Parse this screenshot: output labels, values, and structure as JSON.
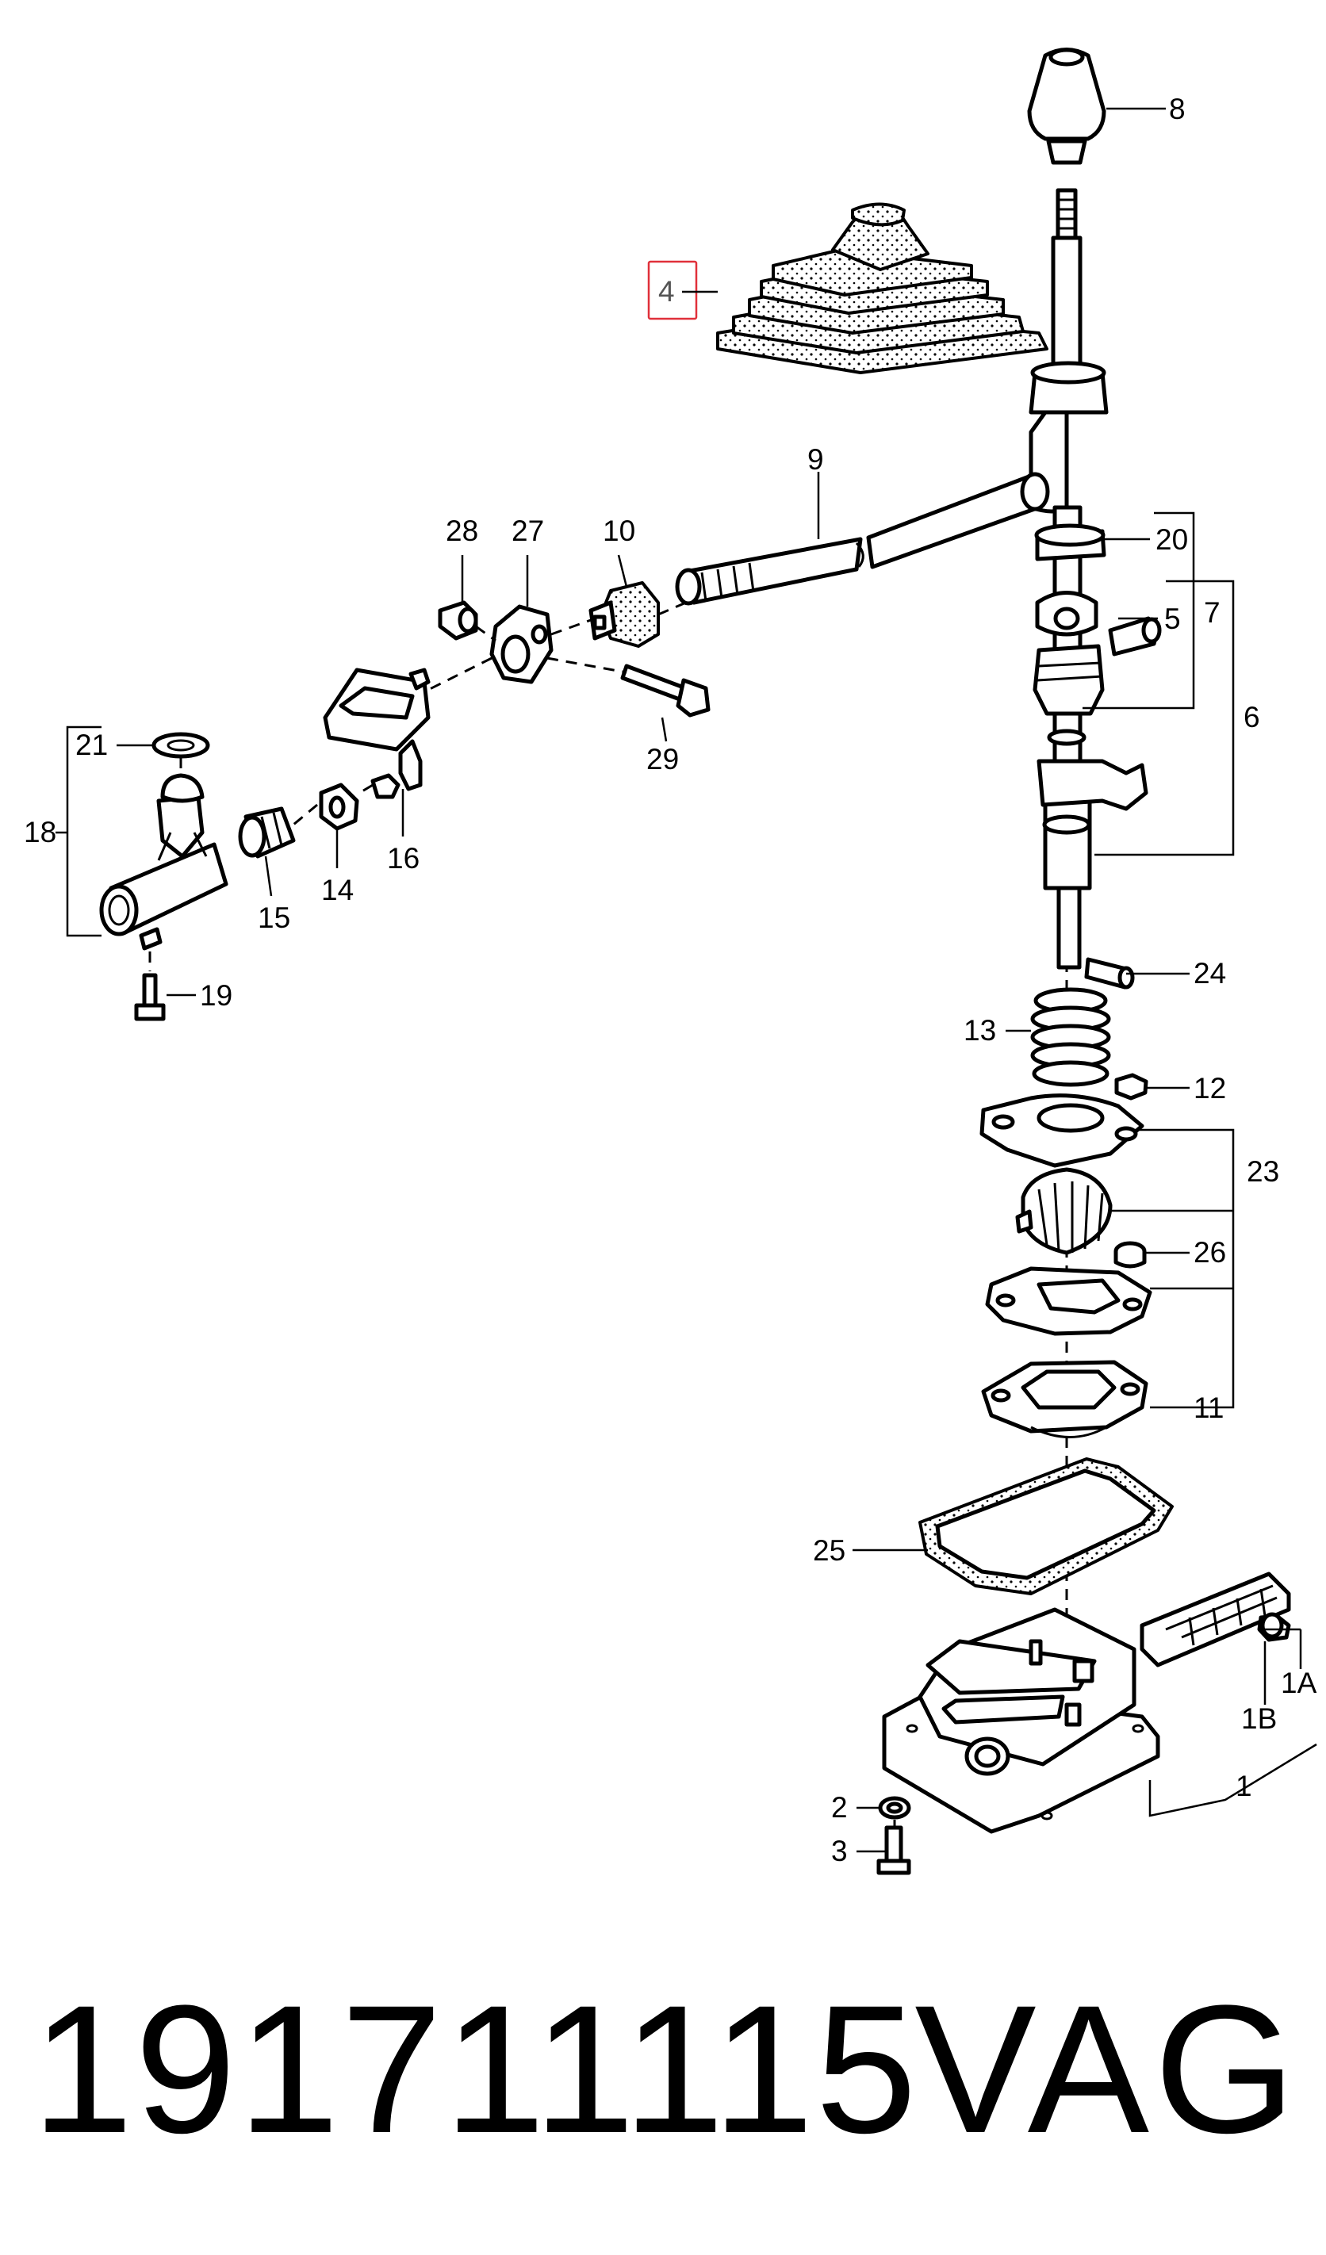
{
  "diagram": {
    "labels": {
      "l1": "1",
      "l1a": "1A",
      "l1b": "1B",
      "l2": "2",
      "l3": "3",
      "l4": "4",
      "l5": "5",
      "l6": "6",
      "l7": "7",
      "l8": "8",
      "l9": "9",
      "l10": "10",
      "l11": "11",
      "l12": "12",
      "l13": "13",
      "l14": "14",
      "l15": "15",
      "l16": "16",
      "l18": "18",
      "l19": "19",
      "l20": "20",
      "l21": "21",
      "l23": "23",
      "l24": "24",
      "l25": "25",
      "l26": "26",
      "l27": "27",
      "l28": "28",
      "l29": "29"
    },
    "highlight_color": "#e0303a"
  },
  "footer": {
    "part_number": "191711115",
    "brand": "VAG"
  }
}
